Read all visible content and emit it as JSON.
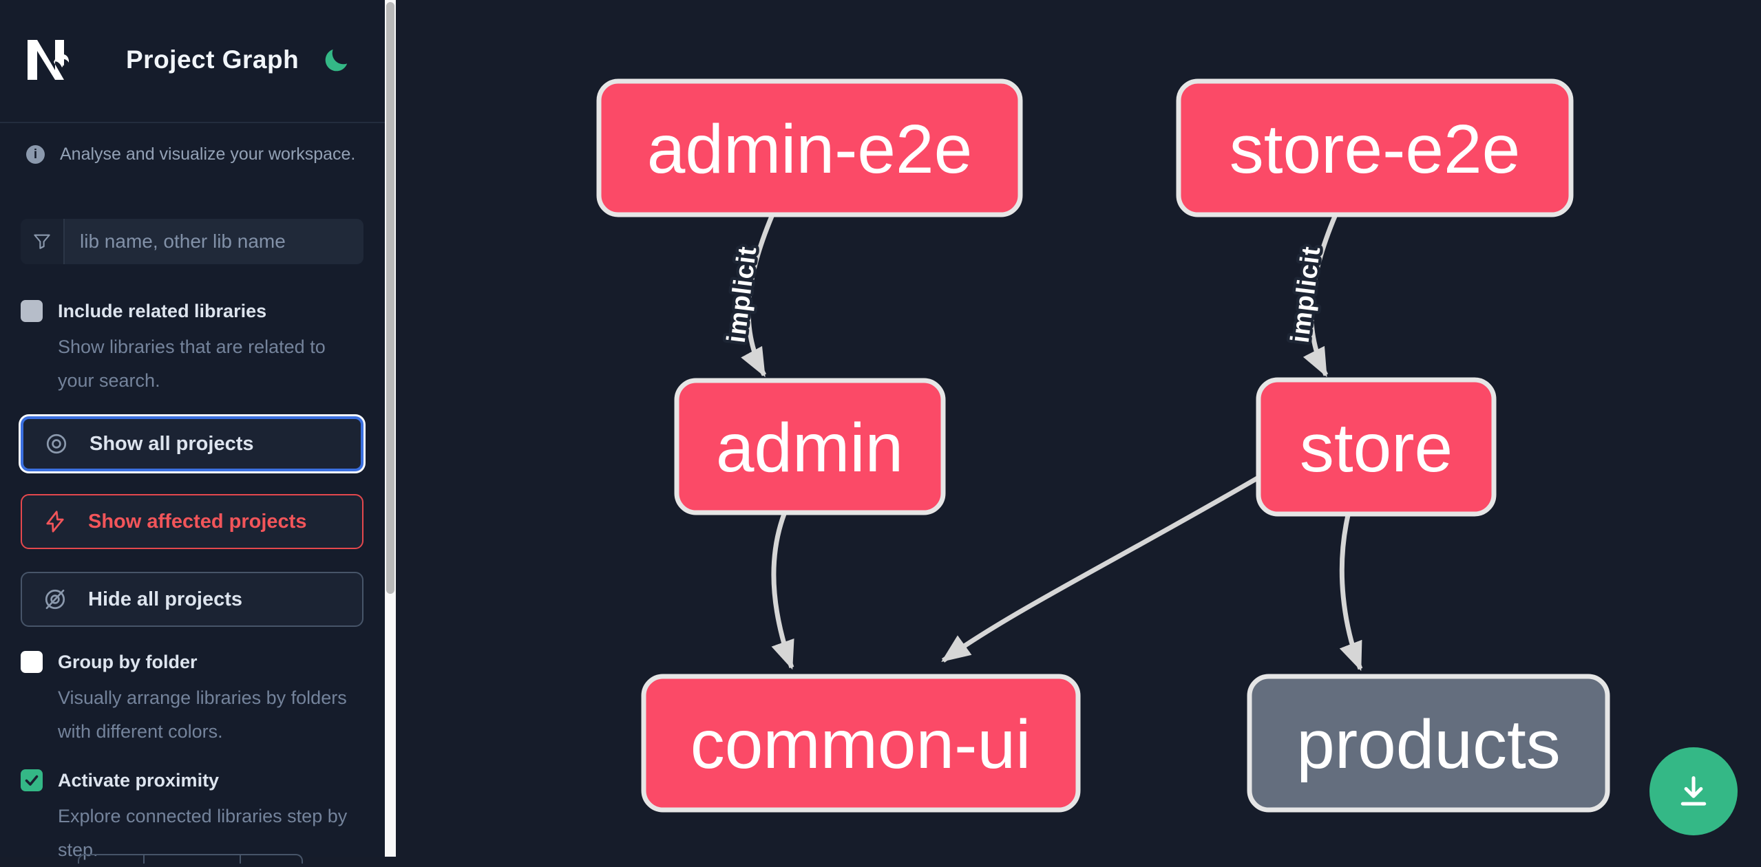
{
  "app": {
    "logo": "Nx",
    "title": "Project Graph",
    "theme_icon": "moon-icon",
    "intro": "Analyse and visualize your workspace."
  },
  "sidebar": {
    "search_placeholder": "lib name, other lib name",
    "include_related": {
      "label": "Include related libraries",
      "description": "Show libraries that are related to your search.",
      "checked": false
    },
    "actions": [
      {
        "id": "show-all-projects",
        "label": "Show all projects",
        "icon": "eye-icon",
        "state": "focused"
      },
      {
        "id": "show-affected-projects",
        "label": "Show affected projects",
        "icon": "bolt-icon",
        "state": "danger"
      },
      {
        "id": "hide-all-projects",
        "label": "Hide all projects",
        "icon": "eye-off-icon",
        "state": "default"
      }
    ],
    "group_by_folder": {
      "label": "Group by folder",
      "description": "Visually arrange libraries by folders with different colors.",
      "checked": false
    },
    "activate_proximity": {
      "label": "Activate proximity",
      "description": "Explore connected libraries step by step.",
      "checked": true
    }
  },
  "graph": {
    "nodes": [
      {
        "id": "admin-e2e",
        "label": "admin-e2e",
        "status": "affected"
      },
      {
        "id": "store-e2e",
        "label": "store-e2e",
        "status": "affected"
      },
      {
        "id": "admin",
        "label": "admin",
        "status": "affected"
      },
      {
        "id": "store",
        "label": "store",
        "status": "affected"
      },
      {
        "id": "common-ui",
        "label": "common-ui",
        "status": "affected"
      },
      {
        "id": "products",
        "label": "products",
        "status": "normal"
      }
    ],
    "edges": [
      {
        "from": "admin-e2e",
        "to": "admin",
        "label": "implicit"
      },
      {
        "from": "store-e2e",
        "to": "store",
        "label": "implicit"
      },
      {
        "from": "admin",
        "to": "common-ui",
        "label": ""
      },
      {
        "from": "store",
        "to": "common-ui",
        "label": ""
      },
      {
        "from": "store",
        "to": "products",
        "label": ""
      }
    ]
  },
  "colors": {
    "affected_node": "#fb4a67",
    "normal_node": "#646e7e",
    "node_border": "#e6e6e6",
    "edge": "#d6d6d6",
    "accent_green": "#34b886",
    "danger_red": "#e5484d",
    "focus_blue": "#3a6fdf",
    "sidebar_bg": "#151c2b",
    "canvas_bg": "#161c2a"
  },
  "fab": {
    "icon": "download-icon"
  }
}
